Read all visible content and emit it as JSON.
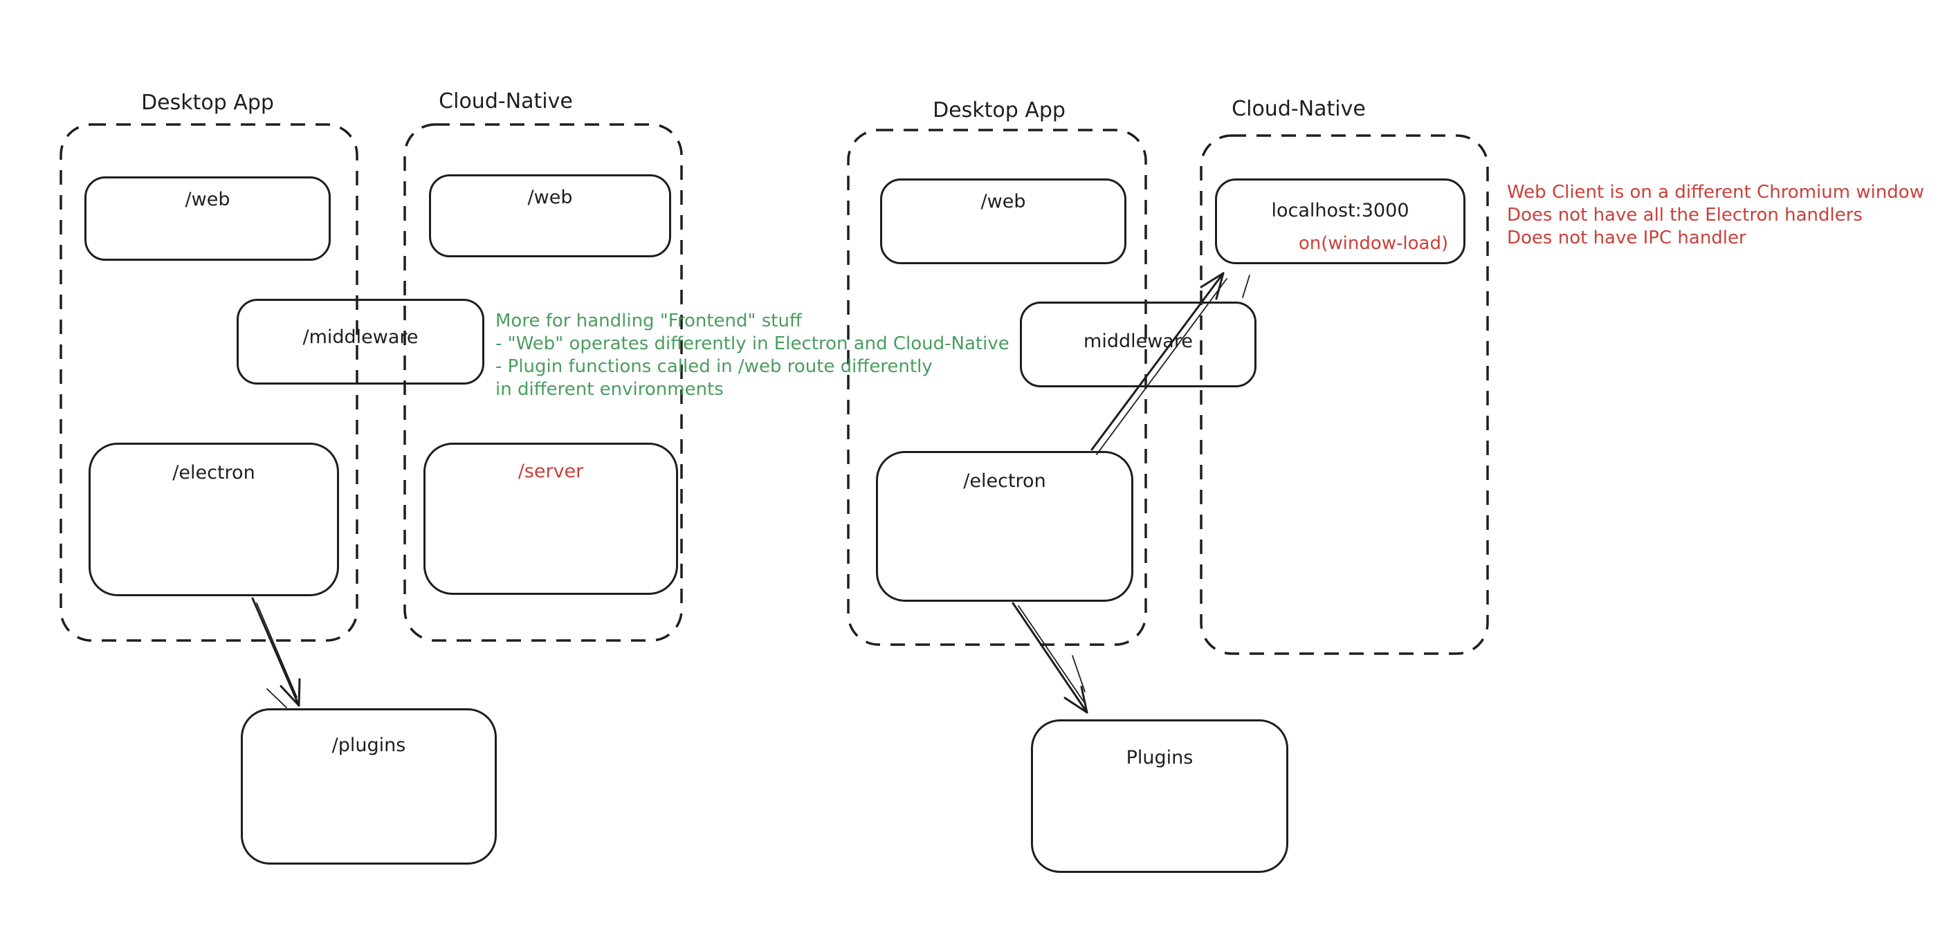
{
  "colors": {
    "background": "#ffffff",
    "ink": "#1e1e1e",
    "red": "#c9403a",
    "green": "#4a9d5f"
  },
  "left": {
    "desktop": {
      "title": "Desktop App",
      "boxes": [
        {
          "label": "/web"
        },
        {
          "label": "/electron"
        }
      ]
    },
    "cloud": {
      "title": "Cloud-Native",
      "boxes": [
        {
          "label": "/web"
        },
        {
          "label": "/server"
        }
      ]
    },
    "middleware": {
      "label": "/middleware"
    },
    "plugins": {
      "label": "/plugins"
    },
    "note": {
      "lines": [
        "More for handling \"Frontend\" stuff",
        "- \"Web\" operates differently in Electron and Cloud-Native",
        "- Plugin functions called in /web route differently",
        "in different environments"
      ]
    }
  },
  "right": {
    "desktop": {
      "title": "Desktop App",
      "boxes": [
        {
          "label": "/web"
        },
        {
          "label": "/electron"
        }
      ]
    },
    "cloud": {
      "title": "Cloud-Native",
      "boxes": [
        {
          "label": "localhost:3000",
          "sublabel": "on(window-load)"
        }
      ]
    },
    "middleware": {
      "label": "middleware"
    },
    "plugins": {
      "label": "Plugins"
    },
    "note": {
      "lines": [
        "Web Client is on a different Chromium window",
        "Does not have all the Electron handlers",
        "Does not have IPC handler"
      ]
    }
  }
}
